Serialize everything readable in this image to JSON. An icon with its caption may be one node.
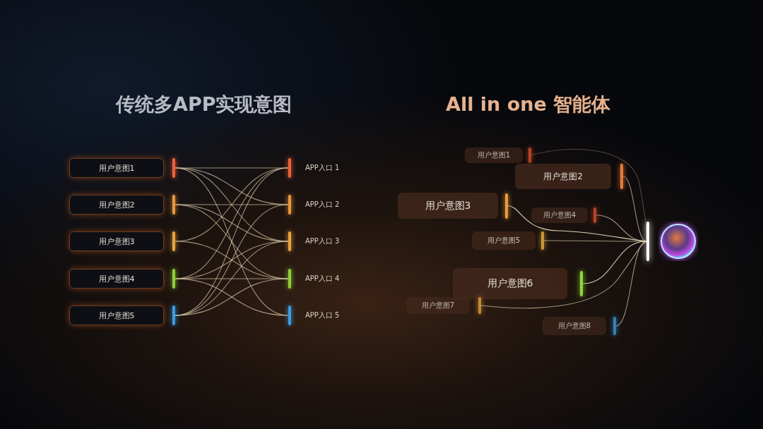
{
  "diagram": {
    "nodes": [
      {
        "text": [
          "用户意图1"
        ]
      },
      {
        "text": [
          "用户意图2"
        ]
      },
      {
        "text": [
          "用户意图3"
        ]
      },
      {
        "text": [
          "用户意图4"
        ]
      },
      {
        "text": [
          "用户意图5"
        ]
      },
      {
        "text": [
          "APP入口 1"
        ]
      },
      {
        "text": [
          "APP入口 2"
        ]
      },
      {
        "text": [
          "APP入口 3"
        ]
      },
      {
        "text": [
          "APP入口 4"
        ]
      },
      {
        "text": [
          "APP入口 5"
        ]
      },
      {
        "text": [
          "用户意图1"
        ]
      },
      {
        "text": [
          "用户意图2"
        ]
      },
      {
        "text": [
          "用户意图3"
        ]
      },
      {
        "text": [
          "用户意图4"
        ]
      },
      {
        "text": [
          "用户意图5"
        ]
      },
      {
        "text": [
          "用户意图6"
        ]
      },
      {
        "text": [
          "用户意图7"
        ]
      },
      {
        "text": [
          "用户意图8"
        ]
      },
      {
        "text": [],
        "shape": "bar"
      }
    ],
    "edges": [
      {
        "from": 0,
        "to": 5,
        "arrow": "none"
      },
      {
        "from": 0,
        "to": 6,
        "arrow": "none"
      },
      {
        "from": 0,
        "to": 7,
        "arrow": "none"
      },
      {
        "from": 0,
        "to": 9,
        "arrow": "none"
      },
      {
        "from": 1,
        "to": 6,
        "arrow": "none"
      },
      {
        "from": 1,
        "to": 7,
        "arrow": "none"
      },
      {
        "from": 1,
        "to": 8,
        "arrow": "none"
      },
      {
        "from": 2,
        "to": 5,
        "arrow": "none"
      },
      {
        "from": 2,
        "to": 8,
        "arrow": "none"
      },
      {
        "from": 3,
        "to": 5,
        "arrow": "none"
      },
      {
        "from": 3,
        "to": 7,
        "arrow": "none"
      },
      {
        "from": 3,
        "to": 8,
        "arrow": "none"
      },
      {
        "from": 3,
        "to": 9,
        "arrow": "none"
      },
      {
        "from": 4,
        "to": 5,
        "arrow": "none"
      },
      {
        "from": 4,
        "to": 6,
        "arrow": "none"
      },
      {
        "from": 4,
        "to": 7,
        "arrow": "none"
      },
      {
        "from": 4,
        "to": 8,
        "arrow": "none"
      },
      {
        "from": 10,
        "to": 18,
        "arrow": "none",
        "color": "#5a4a3e"
      },
      {
        "from": 11,
        "to": 18,
        "arrow": "none"
      },
      {
        "from": 12,
        "to": 18,
        "arrow": "none",
        "color": "#e8dcc0"
      },
      {
        "from": 13,
        "to": 18,
        "arrow": "none"
      },
      {
        "from": 14,
        "to": 18,
        "arrow": "none"
      },
      {
        "from": 15,
        "to": 18,
        "arrow": "none",
        "color": "#e8dcc0"
      },
      {
        "from": 16,
        "to": 18,
        "arrow": "none"
      },
      {
        "from": 17,
        "to": 18,
        "arrow": "none"
      }
    ],
    "labels": [
      "传统多APP实现意图",
      "All in one 智能体"
    ]
  }
}
